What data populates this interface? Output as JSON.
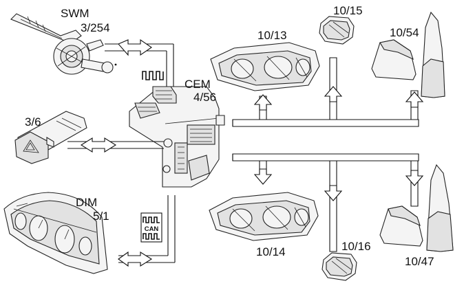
{
  "labels": {
    "swm_name": "SWM",
    "swm_code": "3/254",
    "cem_name": "CEM",
    "cem_code": "4/56",
    "hazard_code": "3/6",
    "dim_name": "DIM",
    "dim_code": "5/1",
    "headlamp_left_code": "10/13",
    "headlamp_right_code": "10/14",
    "side_marker_left_code": "10/15",
    "side_marker_right_code": "10/16",
    "mirror_left_code": "10/54",
    "mirror_right_code": "10/47",
    "can_badge": "CAN"
  },
  "colors": {
    "line": "#111111",
    "part_fill": "#f4f4f4",
    "part_shade": "#e2e2e2",
    "background": "#ffffff"
  },
  "icons": {
    "swm": "steering-wheel-module-icon",
    "cem": "central-electronic-module-icon",
    "hazard": "hazard-switch-icon",
    "dim": "instrument-cluster-icon",
    "headlamp": "headlamp-icon",
    "side_marker": "side-marker-lamp-icon",
    "mirror": "mirror-turn-signal-icon",
    "pulse": "pulse-signal-icon",
    "can": "can-bus-icon"
  }
}
